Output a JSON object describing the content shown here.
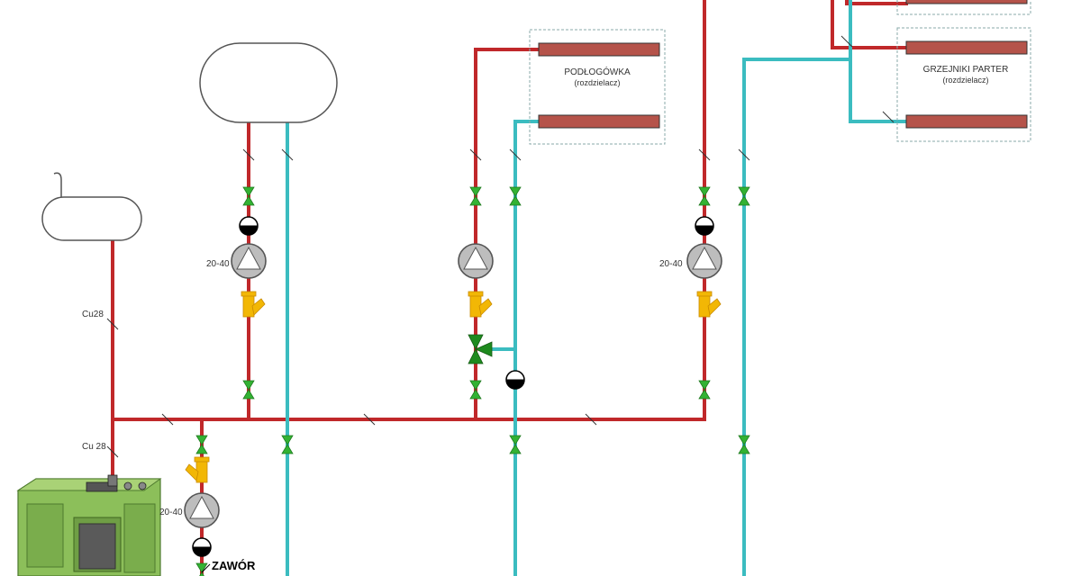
{
  "labels": {
    "underfloor_title": "PODŁOGÓWKA",
    "underfloor_sub": "(rozdzielacz)",
    "radiators_title": "GRZEJNIKI PARTER",
    "radiators_sub": "(rozdzielacz)",
    "pipe_cu28_vertical": "Cu28",
    "pipe_cu28_boiler": "Cu 28",
    "pump_1": "20-40",
    "pump_3": "20-40",
    "pump_boiler": "20-40",
    "valve_label": "ZAWÓR"
  },
  "colors": {
    "supply_pipe": "#c0282a",
    "return_pipe": "#3bbcc0",
    "valve": "#33b233",
    "filter": "#f2b705",
    "radiator": "#b5534a",
    "boiler": "#8cbf5a"
  }
}
